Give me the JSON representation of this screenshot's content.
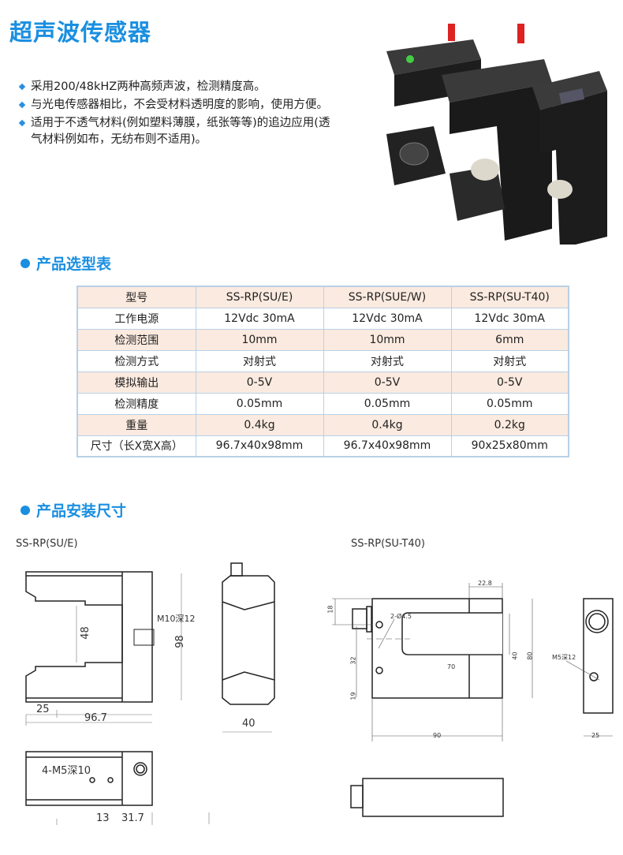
{
  "title": "超声波传感器",
  "features": [
    "采用200/48kHZ两种高频声波，检测精度高。",
    "与光电传感器相比，不会受材料透明度的影响，使用方便。",
    "适用于不透气材料(例如塑料薄膜，纸张等等)的追边应用(透气材料例如布，无纺布则不适用)。"
  ],
  "sections": {
    "selection": "产品选型表",
    "install": "产品安装尺寸"
  },
  "table": {
    "rows": [
      [
        "型号",
        "SS-RP(SU/E)",
        "SS-RP(SUE/W)",
        "SS-RP(SU-T40)"
      ],
      [
        "工作电源",
        "12Vdc  30mA",
        "12Vdc  30mA",
        "12Vdc  30mA"
      ],
      [
        "检测范围",
        "10mm",
        "10mm",
        "6mm"
      ],
      [
        "检测方式",
        "对射式",
        "对射式",
        "对射式"
      ],
      [
        "模拟输出",
        "0-5V",
        "0-5V",
        "0-5V"
      ],
      [
        "检测精度",
        "0.05mm",
        "0.05mm",
        "0.05mm"
      ],
      [
        "重量",
        "0.4kg",
        "0.4kg",
        "0.2kg"
      ],
      [
        "尺寸（长X宽X高）",
        "96.7x40x98mm",
        "96.7x40x98mm",
        "90x25x80mm"
      ]
    ]
  },
  "drawing_a": {
    "model": "SS-RP(SU/E)",
    "thread": "M10深12",
    "d48": "48",
    "d98": "98",
    "d25": "25",
    "d967": "96.7",
    "d40": "40",
    "holes": "4-M5深10",
    "d13": "13",
    "d317": "31.7"
  },
  "drawing_b": {
    "model": "SS-RP(SU-T40)",
    "d228": "22.8",
    "d18": "18",
    "holes": "2-Ø4.5",
    "d32": "32",
    "d19": "19",
    "d70": "70",
    "d40": "40",
    "d80": "80",
    "d90": "90",
    "thread": "M5深12",
    "d25": "25"
  }
}
